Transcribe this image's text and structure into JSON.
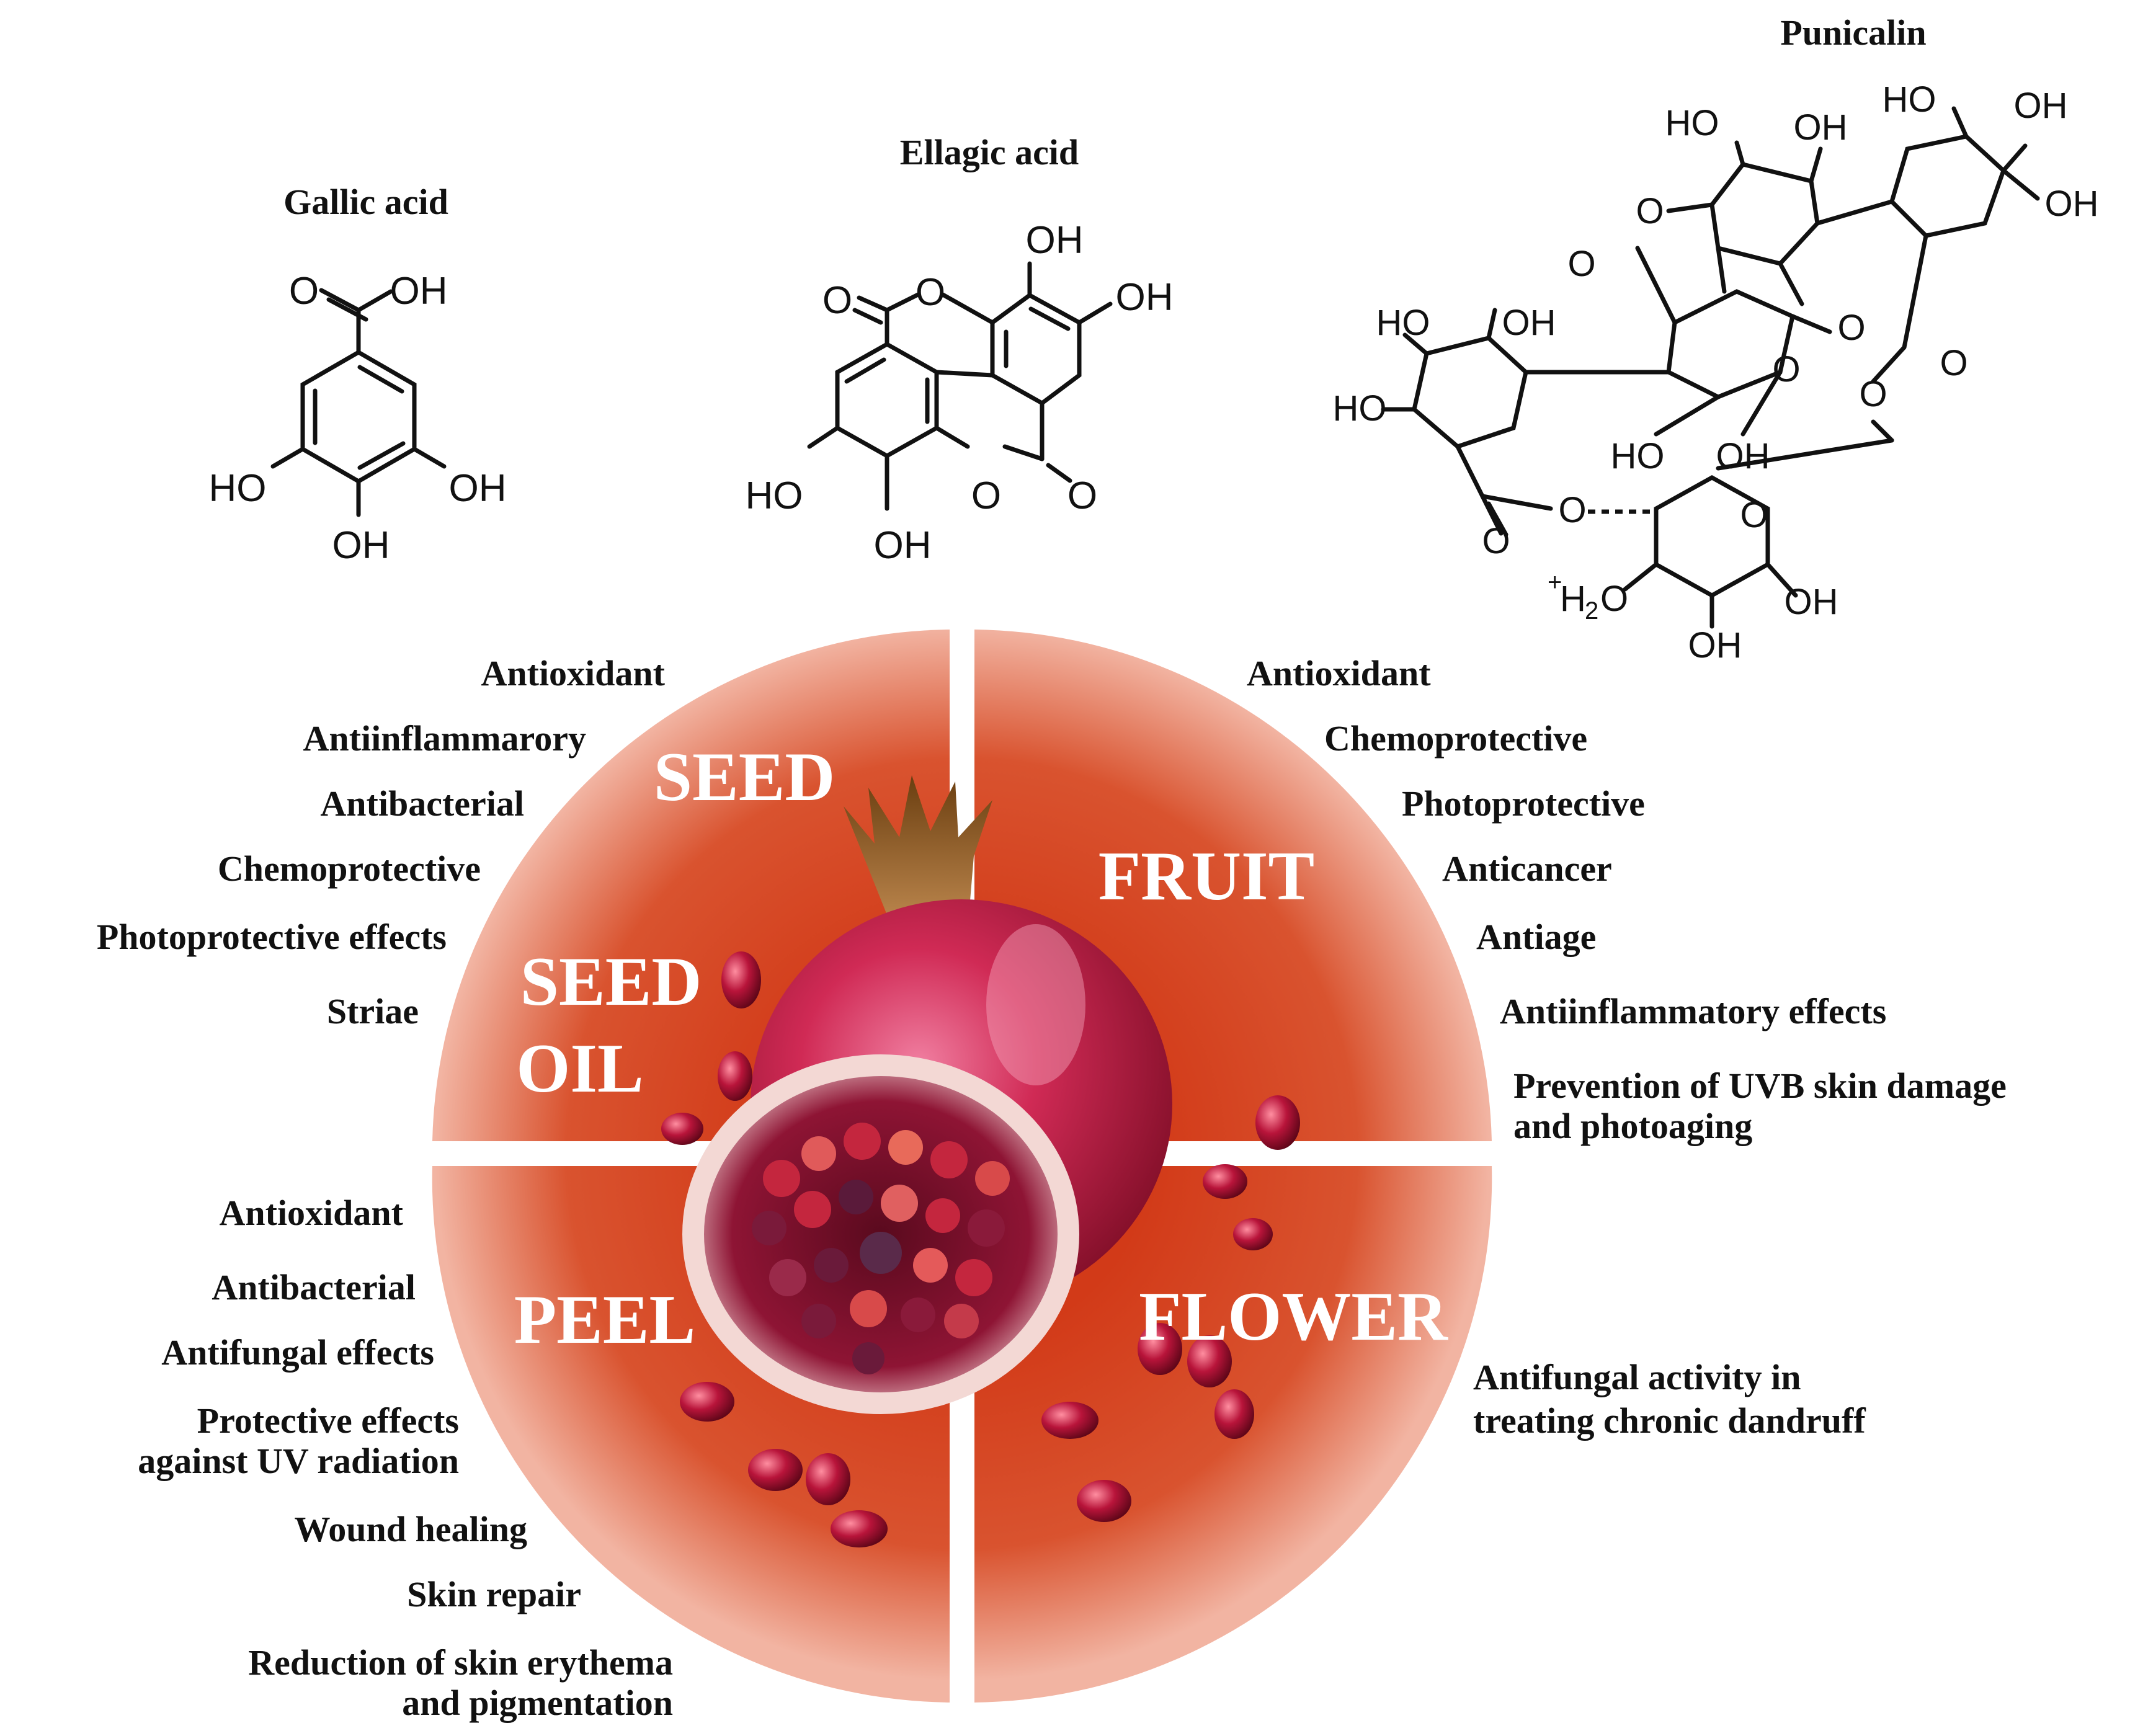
{
  "compounds": {
    "gallic": {
      "name": "Gallic acid",
      "atoms": {
        "o_carbonyl": "O",
        "oh_acid": "OH",
        "ho_left": "HO",
        "oh_right": "OH",
        "oh_bottom": "OH"
      }
    },
    "ellagic": {
      "name": "Ellagic acid",
      "atoms": {
        "oh_top": "OH",
        "oh_right": "OH",
        "o_left": "O",
        "o_ring_top": "O",
        "ho_left": "HO",
        "oh_bottom": "OH",
        "o_ring_bottom": "O",
        "o_right": "O"
      }
    },
    "punicalin": {
      "name": "Punicalin",
      "atoms": {
        "ho_top": "HO",
        "oh_top": "OH",
        "oh_far_top": "OH",
        "ho_far_top": "HO",
        "oh_far_right": "OH",
        "o_upper_ring": "O",
        "o_upper_carbonyl": "O",
        "o_mid_carbonyl": "O",
        "o_mid_ring": "O",
        "ho_left_top": "HO",
        "oh_left_top": "OH",
        "ho_left": "HO",
        "ho_mid_bottom": "HO",
        "oh_mid_bottom": "OH",
        "o_right_carbonyl": "O",
        "o_right_ester": "O",
        "o_bottom_carbonyl": "O",
        "o_bottom_ester": "O",
        "o_sugar_ring": "O",
        "h2o_plus": "+",
        "h2o_label": "H",
        "h2o_sub": "2",
        "h2o_o": "O",
        "oh_sugar_right": "OH",
        "oh_sugar_bottom": "OH"
      }
    }
  },
  "sections": {
    "seed": "SEED",
    "seed_oil_line1": "SEED",
    "seed_oil_line2": "OIL",
    "fruit": "FRUIT",
    "peel": "PEEL",
    "flower": "FLOWER"
  },
  "effects": {
    "seed_and_oil": [
      "Antioxidant",
      "Antiinflammarory",
      "Antibacterial",
      "Chemoprotective",
      "Photoprotective effects",
      "Striae"
    ],
    "fruit": [
      "Antioxidant",
      "Chemoprotective",
      "Photoprotective",
      "Anticancer",
      "Antiage",
      "Antiinflammatory effects",
      "Prevention of UVB skin damage",
      "and photoaging"
    ],
    "peel": [
      "Antioxidant",
      "Antibacterial",
      "Antifungal effects",
      "Protective effects",
      "against UV radiation",
      "Wound healing",
      "Skin repair",
      "Reduction of skin erythema",
      "and pigmentation"
    ],
    "flower": [
      "Antifungal activity in",
      "treating chronic dandruff"
    ]
  },
  "colors": {
    "quadrant_dark": "#c8341a",
    "quadrant_light": "#f0a08a",
    "pomegranate_skin": "#b8143a",
    "pomegranate_highlight": "#e8507a",
    "aril": "#9a1030",
    "crown": "#8a5a20"
  }
}
